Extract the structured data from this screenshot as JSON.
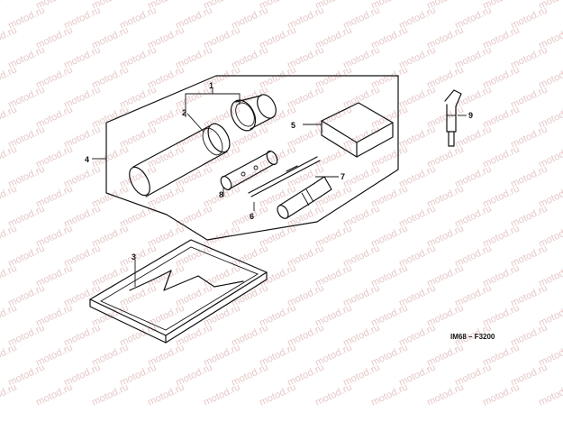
{
  "diagram": {
    "callouts": {
      "c1": "1",
      "c2": "2",
      "c3": "3",
      "c4": "4",
      "c5": "5",
      "c6a": "6",
      "c6b": "6",
      "c7": "7",
      "c8": "8",
      "c9": "9"
    },
    "drawing_code": "IM68 – F3200",
    "watermark_text": "motod.ru",
    "colors": {
      "line": "#111111",
      "watermark": "#e7c9c9",
      "background": "#ffffff"
    }
  }
}
